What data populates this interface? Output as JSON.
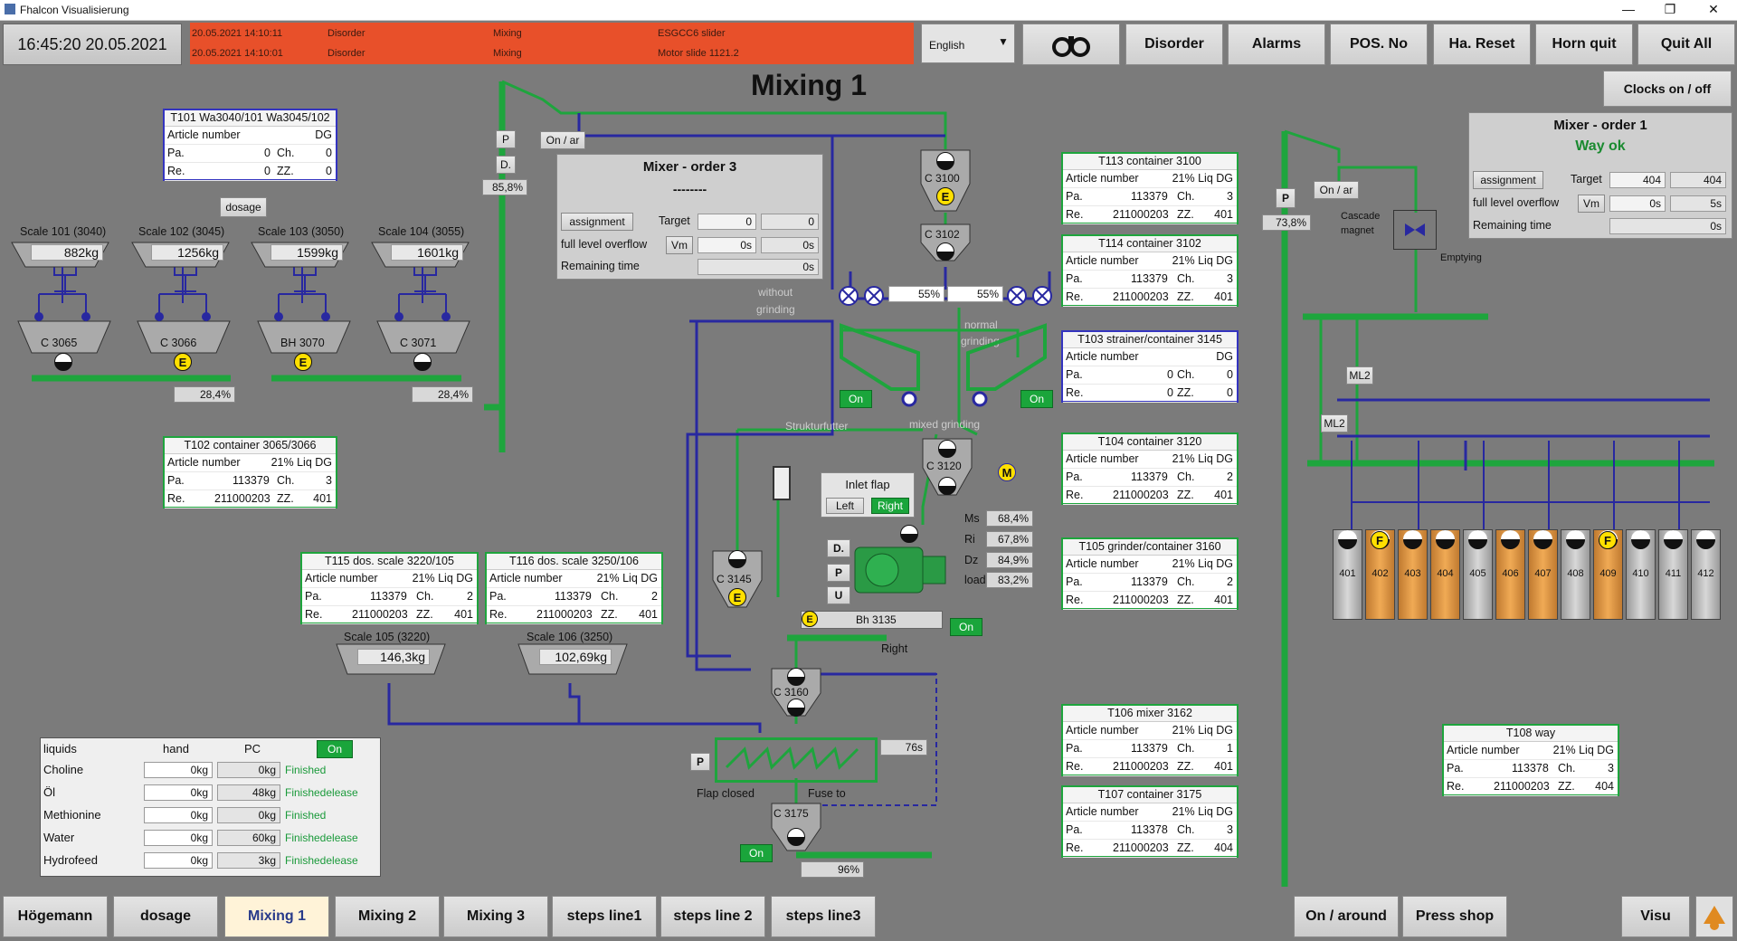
{
  "window": {
    "title": "Fhalcon Visualisierung",
    "min": "—",
    "max": "❐",
    "close": "✕"
  },
  "clock": "16:45:20  20.05.2021",
  "alarms": [
    {
      "date": "20.05.2021  14:10:11",
      "type": "Disorder",
      "area": "Mixing",
      "text": "ESGCC6 slider"
    },
    {
      "date": "20.05.2021  14:10:01",
      "type": "Disorder",
      "area": "Mixing",
      "text": "Motor slide 1121.2"
    }
  ],
  "language": "English",
  "topbuttons": {
    "disorder": "Disorder",
    "alarms": "Alarms",
    "pos": "POS. No",
    "ha_reset": "Ha. Reset",
    "horn": "Horn quit",
    "quit": "Quit All",
    "clocks": "Clocks on / off"
  },
  "page_title": "Mixing 1",
  "t101": {
    "title": "T101 Wa3040/101 Wa3045/102",
    "article_label": "Article number",
    "article": "DG",
    "pa_label": "Pa.",
    "pa": "0",
    "ch_label": "Ch.",
    "ch": "0",
    "re_label": "Re.",
    "re": "0",
    "zz_label": "ZZ.",
    "zz": "0"
  },
  "dosage_btn": "dosage",
  "scales": [
    {
      "name": "Scale 101 (3040)",
      "value": "882kg"
    },
    {
      "name": "Scale 102 (3045)",
      "value": "1256kg"
    },
    {
      "name": "Scale 103 (3050)",
      "value": "1599kg"
    },
    {
      "name": "Scale 104 (3055)",
      "value": "1601kg"
    }
  ],
  "containers_top": [
    "C 3065",
    "C 3066",
    "BH 3070",
    "C 3071"
  ],
  "pct_a": "28,4%",
  "pct_b": "28,4%",
  "t102": {
    "title": "T102 container 3065/3066",
    "article_label": "Article number",
    "article": "21% Liq DG",
    "pa_label": "Pa.",
    "pa": "113379",
    "ch_label": "Ch.",
    "ch": "3",
    "re_label": "Re.",
    "re": "211000203",
    "zz_label": "ZZ.",
    "zz": "401"
  },
  "pd": {
    "p": "P",
    "d": "D.",
    "pct": "85,8%"
  },
  "on_ar_1": "On / ar",
  "mixer3": {
    "title": "Mixer - order 3",
    "dashes": "--------",
    "assignment": "assignment",
    "target_label": "Target",
    "target1": "0",
    "target2": "0",
    "overflow_label": "full level overflow",
    "vm": "Vm",
    "of1": "0s",
    "of2": "0s",
    "remaining_label": "Remaining time",
    "remaining": "0s"
  },
  "c3100": "C 3100",
  "c3102": "C 3102",
  "valve_pct_1": "55%",
  "valve_pct_2": "55%",
  "labels": {
    "without": "without",
    "grinding1": "grinding",
    "normal": "normal",
    "grinding2": "grinding",
    "struktur": "Strukturfutter",
    "mixed": "mixed grinding",
    "right": "Right",
    "flap_closed": "Flap closed",
    "fuse_to": "Fuse to",
    "cascade": "Cascade",
    "magnet": "magnet",
    "emptying": "Emptying"
  },
  "on_label": "On",
  "c3120": "C 3120",
  "inlet": {
    "title": "Inlet flap",
    "left": "Left",
    "right": "Right"
  },
  "motor_stats": [
    {
      "label": "Ms",
      "value": "68,4%"
    },
    {
      "label": "Ri",
      "value": "67,8%"
    },
    {
      "label": "Dz",
      "value": "84,9%"
    },
    {
      "label": "load",
      "value": "83,2%"
    }
  ],
  "dpu": {
    "d": "D.",
    "p": "P",
    "u": "U"
  },
  "bh3135": "Bh 3135",
  "c3145": "C 3145",
  "c3160": "C 3160",
  "c3175": "C 3175",
  "mix_time": "76s",
  "pct_bottom": "96%",
  "t115": {
    "title": "T115 dos. scale 3220/105",
    "article_label": "Article number",
    "article": "21% Liq DG",
    "pa_label": "Pa.",
    "pa": "113379",
    "ch_label": "Ch.",
    "ch": "2",
    "re_label": "Re.",
    "re": "211000203",
    "zz_label": "ZZ.",
    "zz": "401"
  },
  "t116": {
    "title": "T116 dos. scale 3250/106",
    "article_label": "Article number",
    "article": "21% Liq DG",
    "pa_label": "Pa.",
    "pa": "113379",
    "ch_label": "Ch.",
    "ch": "2",
    "re_label": "Re.",
    "re": "211000203",
    "zz_label": "ZZ.",
    "zz": "401"
  },
  "scale105": {
    "name": "Scale 105 (3220)",
    "value": "146,3kg"
  },
  "scale106": {
    "name": "Scale 106 (3250)",
    "value": "102,69kg"
  },
  "liquids": {
    "header": {
      "name": "liquids",
      "hand": "hand",
      "pc": "PC",
      "on": "On"
    },
    "rows": [
      {
        "name": "Choline",
        "hand": "0kg",
        "pc": "0kg",
        "status": "Finished"
      },
      {
        "name": "Öl",
        "hand": "0kg",
        "pc": "48kg",
        "status": "Finishedelease"
      },
      {
        "name": "Methionine",
        "hand": "0kg",
        "pc": "0kg",
        "status": "Finished"
      },
      {
        "name": "Water",
        "hand": "0kg",
        "pc": "60kg",
        "status": "Finishedelease"
      },
      {
        "name": "Hydrofeed",
        "hand": "0kg",
        "pc": "3kg",
        "status": "Finishedelease"
      }
    ]
  },
  "t113": {
    "title": "T113 container 3100",
    "article_label": "Article number",
    "article": "21% Liq DG",
    "pa_label": "Pa.",
    "pa": "113379",
    "ch_label": "Ch.",
    "ch": "3",
    "re_label": "Re.",
    "re": "211000203",
    "zz_label": "ZZ.",
    "zz": "401"
  },
  "t114": {
    "title": "T114 container 3102",
    "article_label": "Article number",
    "article": "21% Liq DG",
    "pa_label": "Pa.",
    "pa": "113379",
    "ch_label": "Ch.",
    "ch": "3",
    "re_label": "Re.",
    "re": "211000203",
    "zz_label": "ZZ.",
    "zz": "401"
  },
  "t103": {
    "title": "T103 strainer/container 3145",
    "article_label": "Article number",
    "article": "DG",
    "pa_label": "Pa.",
    "pa": "0",
    "ch_label": "Ch.",
    "ch": "0",
    "re_label": "Re.",
    "re": "0",
    "zz_label": "ZZ.",
    "zz": "0"
  },
  "t104": {
    "title": "T104 container 3120",
    "article_label": "Article number",
    "article": "21% Liq DG",
    "pa_label": "Pa.",
    "pa": "113379",
    "ch_label": "Ch.",
    "ch": "2",
    "re_label": "Re.",
    "re": "211000203",
    "zz_label": "ZZ.",
    "zz": "401"
  },
  "t105": {
    "title": "T105 grinder/container 3160",
    "article_label": "Article number",
    "article": "21% Liq DG",
    "pa_label": "Pa.",
    "pa": "113379",
    "ch_label": "Ch.",
    "ch": "2",
    "re_label": "Re.",
    "re": "211000203",
    "zz_label": "ZZ.",
    "zz": "401"
  },
  "t106": {
    "title": "T106 mixer 3162",
    "article_label": "Article number",
    "article": "21% Liq DG",
    "pa_label": "Pa.",
    "pa": "113379",
    "ch_label": "Ch.",
    "ch": "1",
    "re_label": "Re.",
    "re": "211000203",
    "zz_label": "ZZ.",
    "zz": "401"
  },
  "t107": {
    "title": "T107 container 3175",
    "article_label": "Article number",
    "article": "21% Liq DG",
    "pa_label": "Pa.",
    "pa": "113378",
    "ch_label": "Ch.",
    "ch": "3",
    "re_label": "Re.",
    "re": "211000203",
    "zz_label": "ZZ.",
    "zz": "404"
  },
  "t108": {
    "title": "T108 way",
    "article_label": "Article number",
    "article": "21% Liq DG",
    "pa_label": "Pa.",
    "pa": "113378",
    "ch_label": "Ch.",
    "ch": "3",
    "re_label": "Re.",
    "re": "211000203",
    "zz_label": "ZZ.",
    "zz": "404"
  },
  "right_p": "P",
  "right_pct": "73,8%",
  "on_ar_2": "On / ar",
  "mixer1": {
    "title": "Mixer - order 1",
    "status": "Way ok",
    "assignment": "assignment",
    "target_label": "Target",
    "target1": "404",
    "target2": "404",
    "overflow_label": "full level overflow",
    "vm": "Vm",
    "of1": "0s",
    "of2": "5s",
    "remaining_label": "Remaining time",
    "remaining": "0s"
  },
  "ml2_a": "ML2",
  "ml2_b": "ML2",
  "silos": [
    {
      "num": "401",
      "f": false,
      "orange": false
    },
    {
      "num": "402",
      "f": true,
      "orange": true
    },
    {
      "num": "403",
      "f": false,
      "orange": true
    },
    {
      "num": "404",
      "f": false,
      "orange": true
    },
    {
      "num": "405",
      "f": false,
      "orange": false
    },
    {
      "num": "406",
      "f": false,
      "orange": true
    },
    {
      "num": "407",
      "f": false,
      "orange": true
    },
    {
      "num": "408",
      "f": false,
      "orange": false
    },
    {
      "num": "409",
      "f": true,
      "orange": true
    },
    {
      "num": "410",
      "f": false,
      "orange": false
    },
    {
      "num": "411",
      "f": false,
      "orange": false
    },
    {
      "num": "412",
      "f": false,
      "orange": false
    }
  ],
  "badges": {
    "e": "E",
    "f": "F",
    "m": "M"
  },
  "bottom": [
    "Högemann",
    "dosage",
    "Mixing 1",
    "Mixing 2",
    "Mixing 3",
    "steps line1",
    "steps line 2",
    "steps line3"
  ],
  "bottom_right": {
    "on_around": "On / around",
    "press": "Press shop",
    "visu": "Visu"
  },
  "colors": {
    "pipe_green": "#1ea53d",
    "pipe_blue": "#2828a0",
    "alarm": "#e8502a",
    "background": "#7b7b7b"
  }
}
